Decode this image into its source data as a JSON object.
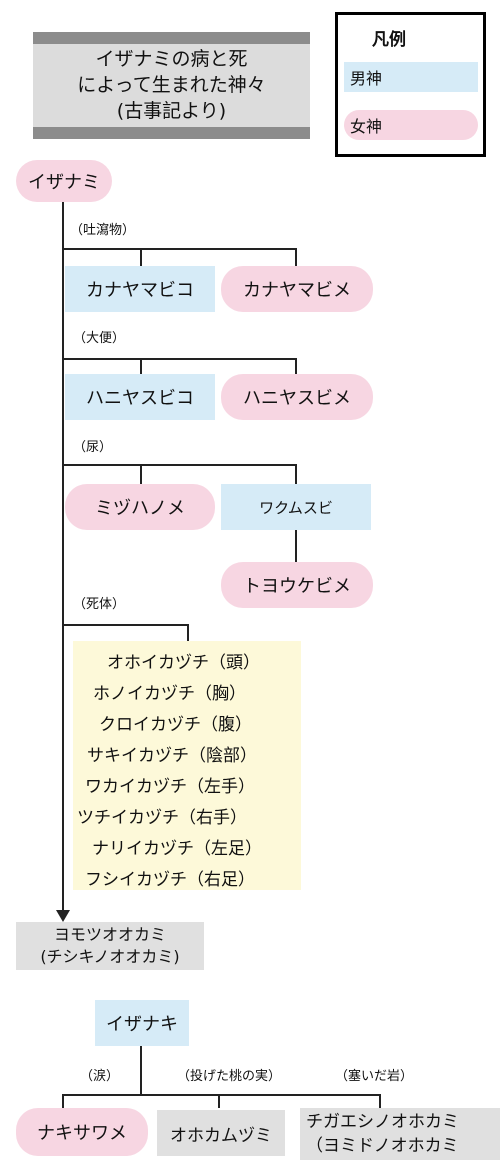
{
  "title": {
    "lines": [
      "イザナミの病と死",
      "によって生まれた神々",
      "(古事記より)"
    ]
  },
  "legend": {
    "title": "凡例",
    "male": "男神",
    "female": "女神"
  },
  "nodes": {
    "izanami": "イザナミ",
    "label_vomit": "（吐瀉物）",
    "kanayamabiko": "カナヤマビコ",
    "kanayamabime": "カナヤマビメ",
    "label_feces": "（大便）",
    "haniyasubiko": "ハニヤスビコ",
    "haniyasubime": "ハニヤスビメ",
    "label_urine": "（尿）",
    "mizuhanome": "ミヅハノメ",
    "wakumusubi": "ワクムスビ",
    "toyoukebime": "トヨウケビメ",
    "label_corpse": "（死体）",
    "yomotsu_line1": "ヨモツオオカミ",
    "yomotsu_line2": "(チシキノオオカミ)",
    "izanagi": "イザナキ",
    "label_tears": "（涙）",
    "label_peaches": "（投げた桃の実）",
    "label_rock": "（塞いだ岩）",
    "nakisawame": "ナキサワメ",
    "ookamuzumi": "オホカムヅミ",
    "chigaeshi_line1": "チガエシノオホカミ",
    "chigaeshi_line2": "（ヨミドノオホカミ"
  },
  "thunder_gods": [
    "オホイカヅチ（頭）",
    "ホノイカヅチ（胸）",
    "クロイカヅチ（腹）",
    "サキイカヅチ（陰部）",
    "ワカイカヅチ（左手）",
    "ツチイカヅチ（右手）",
    "ナリイカヅチ（左足）",
    "フシイカヅチ（右足）"
  ],
  "colors": {
    "male": "#d6ebf7",
    "female": "#f7d6e2",
    "gray": "#e0e0e0",
    "thunder": "#fdf9d9"
  }
}
